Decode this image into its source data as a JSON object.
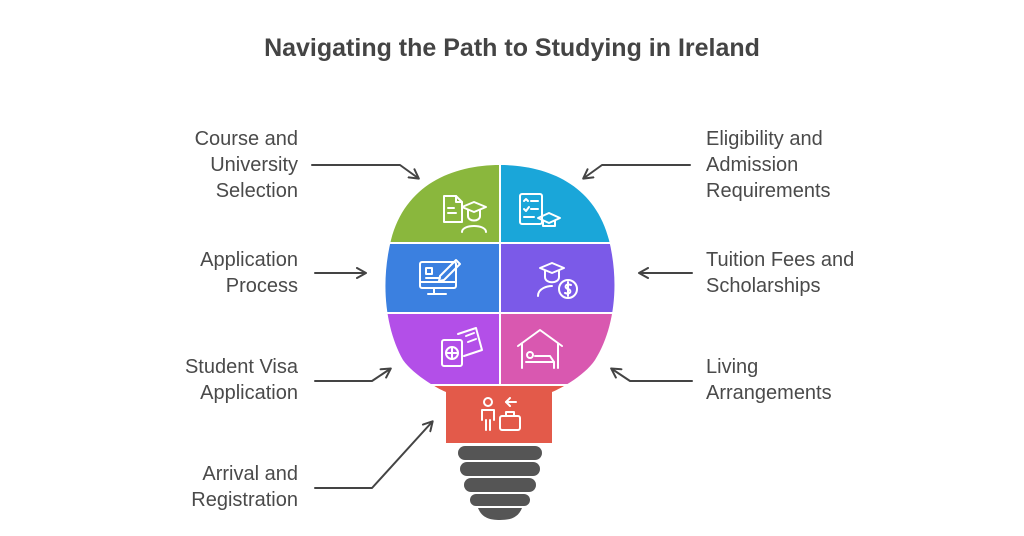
{
  "title": "Navigating the Path to Studying in Ireland",
  "steps": [
    {
      "id": "course",
      "lines": [
        "Course and",
        "University",
        "Selection"
      ],
      "color": "#8ab73d",
      "icon": "document-graduate-icon"
    },
    {
      "id": "eligibility",
      "lines": [
        "Eligibility and",
        "Admission",
        "Requirements"
      ],
      "color": "#1aa6d9",
      "icon": "checklist-graduation-cap-icon"
    },
    {
      "id": "application",
      "lines": [
        "Application",
        "Process"
      ],
      "color": "#3b80e0",
      "icon": "computer-form-pen-icon"
    },
    {
      "id": "tuition",
      "lines": [
        "Tuition Fees and",
        "Scholarships"
      ],
      "color": "#7b5ae8",
      "icon": "graduate-coin-icon"
    },
    {
      "id": "visa",
      "lines": [
        "Student Visa",
        "Application"
      ],
      "color": "#b34fe8",
      "icon": "passport-ticket-icon"
    },
    {
      "id": "living",
      "lines": [
        "Living",
        "Arrangements"
      ],
      "color": "#d958b0",
      "icon": "house-bed-icon"
    },
    {
      "id": "arrival",
      "lines": [
        "Arrival and",
        "Registration"
      ],
      "color": "#e35a4a",
      "icon": "traveler-luggage-icon"
    }
  ],
  "base_color": "#555555"
}
